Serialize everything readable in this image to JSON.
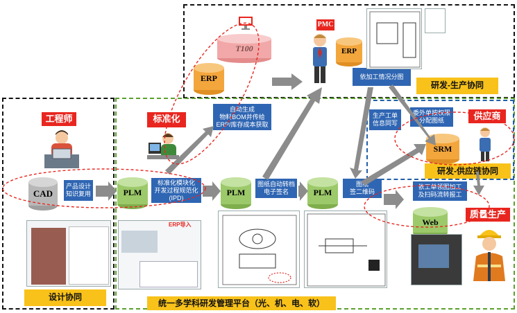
{
  "regions": {
    "design": "设计协同",
    "production": "研发-生产协同",
    "supply": "研发-供应链协同",
    "platform": "统一多学科研发管理平台（光、机、电、软）"
  },
  "roles": {
    "engineer": "工程师",
    "standardization": "标准化",
    "pmc": "PMC",
    "supplier": "供应商",
    "quality": "质量生产"
  },
  "systems": {
    "cad": "CAD",
    "plm1": "PLM",
    "plm2": "PLM",
    "plm3": "PLM",
    "erp_top": "ERP",
    "erp_pmc": "ERP",
    "t100": "T100",
    "srm": "SRM",
    "web": "Web"
  },
  "notes": {
    "product_design": "产品设计\n知识复用",
    "modular": "标准化模块化\n开发过程规范化\n(IPD)",
    "auto_gen": "自动生成\n物料BOM并传给\nERP/库存成本获取",
    "auto_convert": "图纸自动转档\n电子签名",
    "qr": "图纸\n签二维码",
    "outsource_drawing": "依加工情况分图",
    "production_order": "生产工单\n信息同写",
    "outsource_perm": "委外单按权限\n分配图纸",
    "work_order": "依工单领图加工\n及扫码流转报工"
  },
  "screens": {
    "erp_shot": "ERP导入"
  },
  "colors": {
    "red": "#e8261f",
    "yellow": "#f8c21a",
    "blue": "#2f66b3",
    "green_dash": "#5aa02c",
    "cyl_green": "#9cc969",
    "cyl_gray": "#b8b8b8",
    "cyl_orange": "#f3a63c",
    "cyl_pink": "#f2a8a8"
  }
}
